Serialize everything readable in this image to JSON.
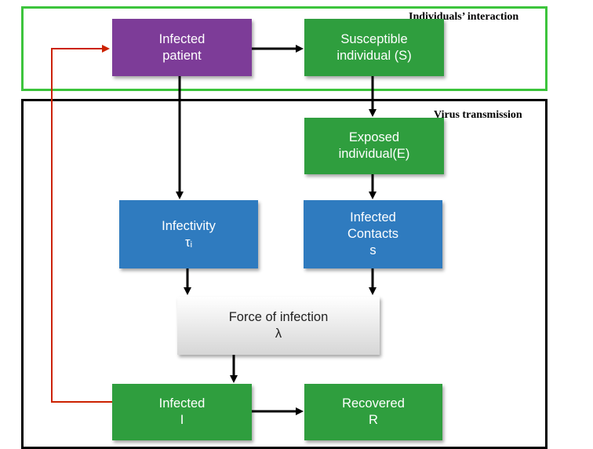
{
  "frames": {
    "interaction": {
      "label": "Individuals’ interaction",
      "color": "#3cc43c"
    },
    "transmission": {
      "label": "Virus transmission",
      "color": "#000000"
    }
  },
  "nodes": {
    "infected_patient": {
      "line1": "Infected",
      "line2": "patient"
    },
    "susceptible": {
      "line1": "Susceptible",
      "line2": "individual (S)"
    },
    "exposed": {
      "line1": "Exposed",
      "line2": "individual(E)"
    },
    "infectivity": {
      "line1": "Infectivity",
      "line2": "τᵢ"
    },
    "infected_contacts": {
      "line1": "Infected",
      "line2": "Contacts",
      "line3": "s"
    },
    "force_of_infection": {
      "line1": "Force of infection",
      "line2": "λ"
    },
    "infected_i": {
      "line1": "Infected",
      "line2": "I"
    },
    "recovered": {
      "line1": "Recovered",
      "line2": "R"
    }
  },
  "colors": {
    "green": "#2f9e3e",
    "purple": "#7d3c98",
    "blue": "#2f7bbf",
    "feedback_arrow": "#cc2200"
  }
}
